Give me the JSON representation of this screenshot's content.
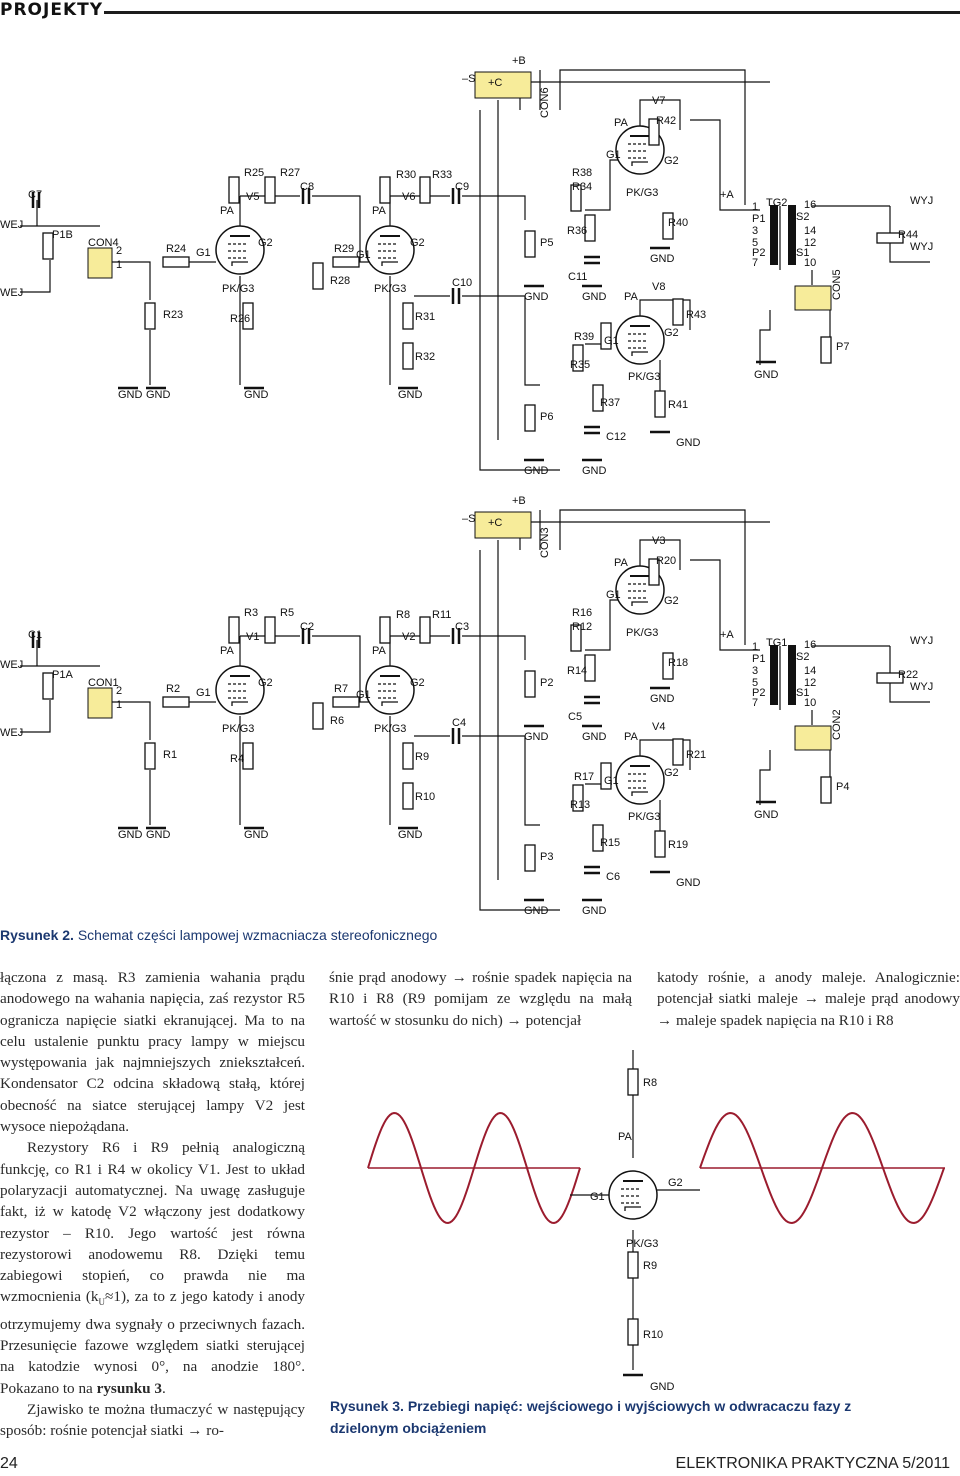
{
  "header": {
    "section": "PROJEKTY"
  },
  "figure2": {
    "caption_label": "Rysunek 2.",
    "caption_text": "Schemat części lampowej wzmacniacza stereofonicznego",
    "top_labels": [
      "–S",
      "+C",
      "+B",
      "CON6",
      "WEJ",
      "WEJ",
      "C7",
      "P1B",
      "CON4",
      "2",
      "1",
      "R24",
      "G1",
      "R23",
      "V5",
      "R25",
      "R27",
      "PA",
      "G2",
      "PK/G3",
      "R26",
      "C8",
      "R29",
      "G1",
      "R28",
      "R30",
      "R33",
      "V6",
      "PA",
      "G2",
      "PK/G3",
      "C9",
      "R31",
      "C10",
      "R32",
      "R38",
      "R34",
      "R36",
      "P5",
      "C11",
      "G1",
      "PA",
      "V7",
      "R42",
      "G2",
      "PK/G3",
      "R40",
      "PA",
      "V8",
      "G2",
      "R43",
      "G1",
      "R39",
      "R35",
      "PK/G3",
      "R37",
      "P6",
      "R41",
      "C12",
      "+A",
      "TG2",
      "1",
      "P1",
      "3",
      "5",
      "P2",
      "7",
      "16",
      "S2",
      "14",
      "12",
      "S1",
      "10",
      "CON5",
      "P7",
      "WYJ",
      "R44",
      "WYJ",
      "GND",
      "GND",
      "GND",
      "GND",
      "GND",
      "GND",
      "GND",
      "GND",
      "GND",
      "GND",
      "GND"
    ],
    "bottom_labels": [
      "–S",
      "+C",
      "+B",
      "CON3",
      "WEJ",
      "WEJ",
      "C1",
      "P1A",
      "CON1",
      "2",
      "1",
      "R2",
      "G1",
      "R1",
      "V1",
      "R3",
      "R5",
      "PA",
      "G2",
      "PK/G3",
      "R4",
      "C2",
      "R7",
      "G1",
      "R6",
      "R8",
      "R11",
      "V2",
      "PA",
      "G2",
      "PK/G3",
      "C3",
      "R9",
      "C4",
      "R10",
      "R16",
      "R12",
      "R14",
      "P2",
      "C5",
      "G1",
      "PA",
      "V3",
      "R20",
      "G2",
      "PK/G3",
      "R18",
      "PA",
      "V4",
      "G2",
      "R21",
      "G1",
      "R17",
      "R13",
      "PK/G3",
      "R15",
      "P3",
      "R19",
      "C6",
      "+A",
      "TG1",
      "1",
      "P1",
      "3",
      "5",
      "P2",
      "7",
      "16",
      "S2",
      "14",
      "12",
      "S1",
      "10",
      "CON2",
      "P4",
      "WYJ",
      "R22",
      "WYJ",
      "GND",
      "GND",
      "GND",
      "GND",
      "GND",
      "GND",
      "GND",
      "GND",
      "GND",
      "GND",
      "GND"
    ]
  },
  "figure3": {
    "caption_label": "Rysunek 3.",
    "caption_text": "Przebiegi napięć: wejściowego i wyjściowych w odwracaczu fazy z dzielonym obciążeniem",
    "labels": [
      "R8",
      "PA",
      "G1",
      "G2",
      "PK/G3",
      "R9",
      "R10",
      "GND"
    ],
    "wave_color": "#9b1c2e"
  },
  "article": {
    "col1": [
      "łączona z masą. R3 zamienia wahania prądu anodowego na wahania napięcia, zaś rezystor R5 ogranicza napięcie siatki ekranującej. Ma to na celu ustalenie punktu pracy lampy w miejscu występowania jak najmniejszych zniekształceń. Kondensator C2 odcina składową stałą, której obecność na siatce sterującej lampy V2 jest wysoce niepożądana.",
      "Rezystory R6 i R9 pełnią analogiczną funkcję, co R1 i R4 w okolicy V1. Jest to układ polaryzacji automatycznej. Na uwagę zasługuje fakt, iż w katodę V2 włączony jest dodatkowy rezystor – R10. Jego wartość jest równa rezystorowi anodowemu R8. Dzięki temu zabiegowi stopień, co prawda nie ma wzmocnienia (k",
      "U",
      "≈1), za to z jego katody i anody otrzymujemy dwa sygnały o przeciwnych fazach. Przesunięcie fazowe względem siatki sterującej na katodzie wynosi 0°, na anodzie 180°. Pokazano to na ",
      "rysunku 3",
      ".",
      "Zjawisko te można tłumaczyć w następujący sposób: rośnie potencjał siatki → ro-"
    ],
    "col2": "śnie prąd anodowy → rośnie spadek napięcia na R10 i R8 (R9 pomijam ze względu na małą wartość w stosunku do nich) → potencjał",
    "col3": "katody rośnie, a anody maleje. Analogicznie: potencjał siatki maleje → maleje prąd anodowy → maleje spadek napięcia na R10 i R8"
  },
  "footer": {
    "page": "24",
    "magazine": "ELEKTRONIKA PRAKTYCZNA 5/2011"
  }
}
